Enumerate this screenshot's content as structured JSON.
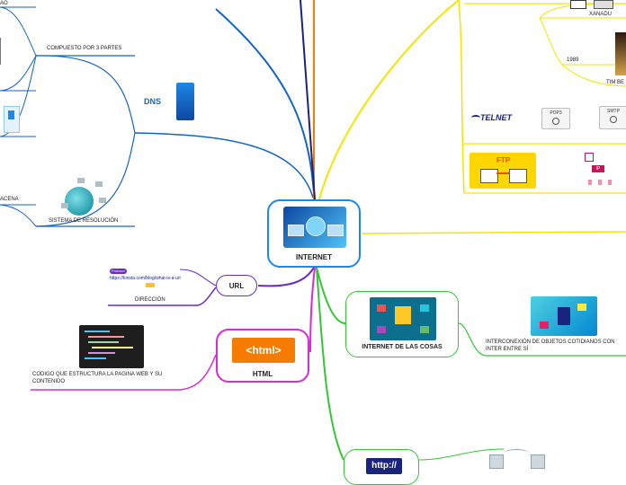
{
  "central": {
    "title": "INTERNET"
  },
  "nodes": {
    "url": "URL",
    "html": "HTML",
    "html_badge": "<html>",
    "iot": "INTERNET DE LAS COSAS",
    "http_badge": "http://",
    "dns": "DNS"
  },
  "labels": {
    "compuesto": "COMPUESTO POR 3 PARTES",
    "acena": "ACENA",
    "sistema": "SISTEMA DE RESOLUCIÓN",
    "url_example": "https://kinsta.com/blog/what-is-a-url",
    "url_example_tag": "Protocol",
    "direccion": "DIRECCIÓN",
    "codigo": "CODIGO QUE ESTRUCTURA LA PAGINA WEB Y SU CONTENIDO",
    "xanadu": "XANADU",
    "year": "1989",
    "tim": "TIM BE",
    "iot_desc": "INTERCONEXIÓN DE OBJETOS COTIDIANOS CON INTER ENTRE SÍ",
    "telnet": "TELNET",
    "pop": "POP3",
    "smtp": "SMTP",
    "ftp": "FTP",
    "ip": "IP",
    "top_cut": "AO"
  },
  "colors": {
    "blue_branch": "#1565c0",
    "yellow_branch": "#f2e600",
    "green_branch": "#35c535",
    "purple_branch": "#6a2bc0",
    "magenta_branch": "#d62bd6",
    "orange_branch": "#f57c00"
  }
}
